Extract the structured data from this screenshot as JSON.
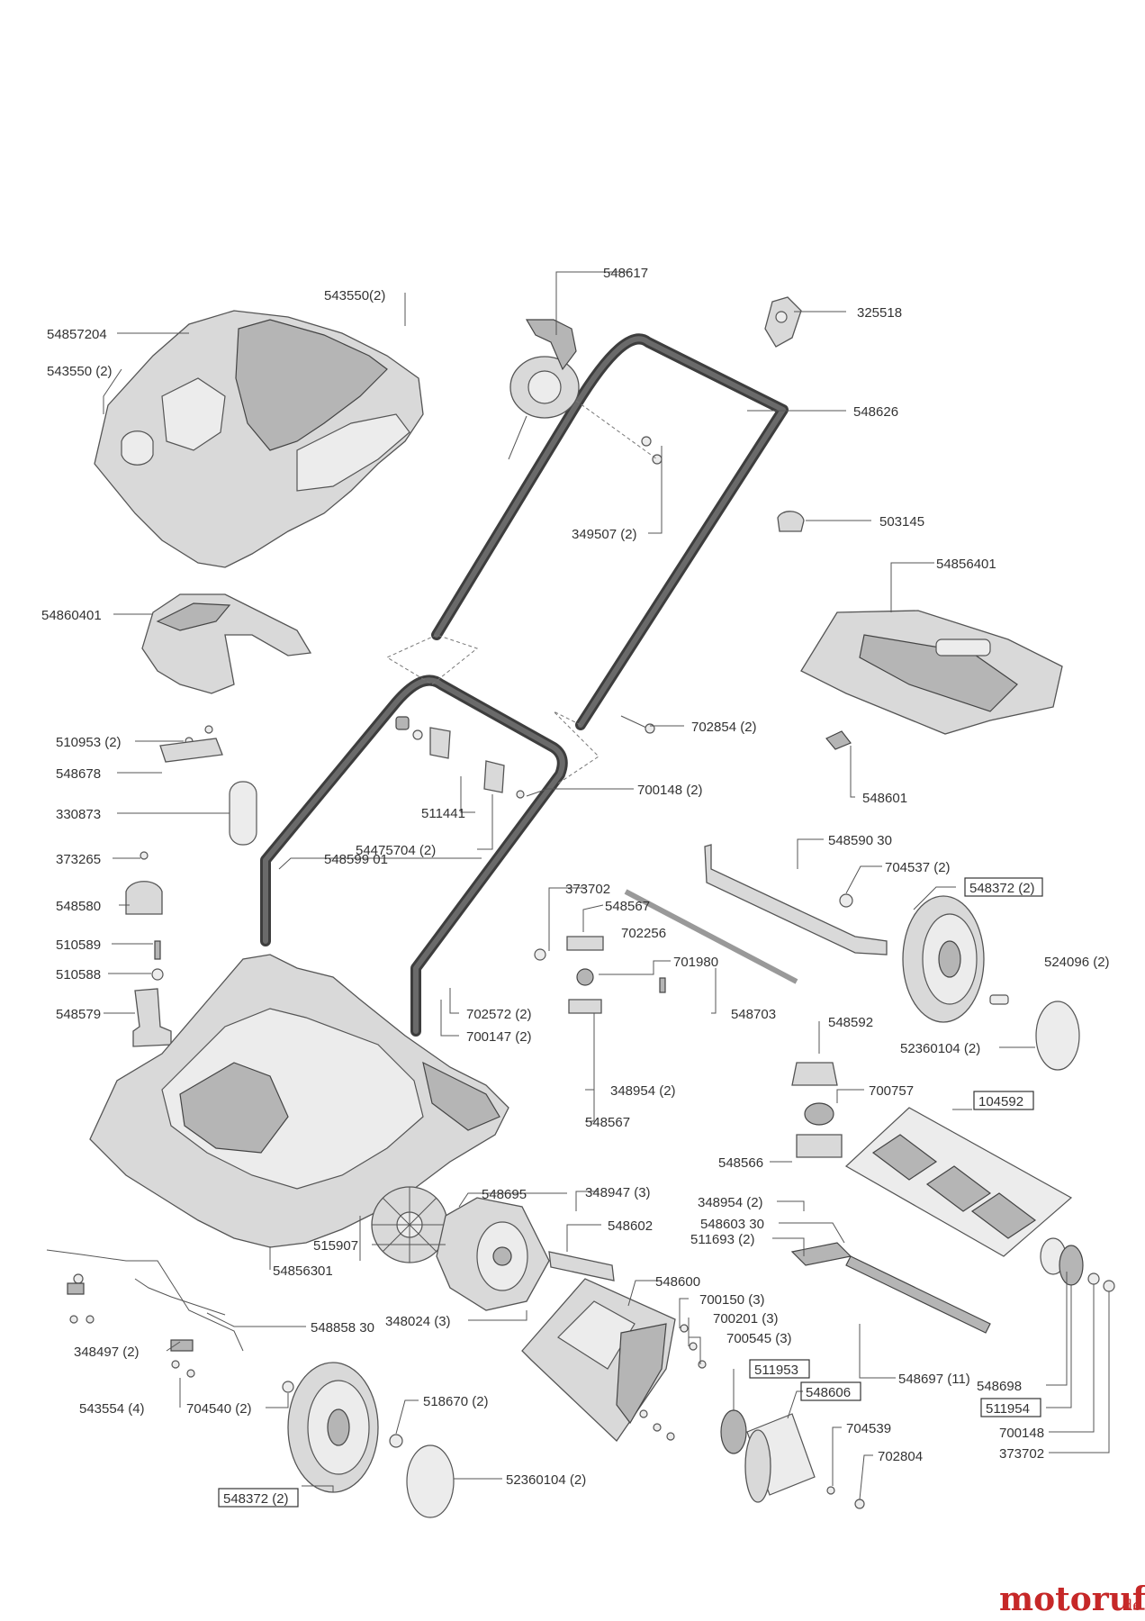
{
  "labels": {
    "p548617": "548617",
    "p325518": "325518",
    "p543550_top": "543550(2)",
    "p54857204": "54857204",
    "p543550_left": "543550 (2)",
    "p548626": "548626",
    "p349507": "349507 (2)",
    "p503145": "503145",
    "p54856401": "54856401",
    "p54860401": "54860401",
    "p702854": "702854 (2)",
    "p510953": "510953 (2)",
    "p548678": "548678",
    "p330873": "330873",
    "p511441": "511441",
    "p700148_mid": "700148 (2)",
    "p548601": "548601",
    "p54475704": "54475704 (2)",
    "p548599": "548599 01",
    "p373265": "373265",
    "p548590": "548590 30",
    "p704537": "704537 (2)",
    "p373702_mid": "373702",
    "p548567_top": "548567",
    "p548372_right": "548372 (2)",
    "p548580": "548580",
    "p702256": "702256",
    "p510589": "510589",
    "p701980": "701980",
    "p524096": "524096 (2)",
    "p510588": "510588",
    "p548579": "548579",
    "p702572": "702572 (2)",
    "p700147": "700147 (2)",
    "p548703": "548703",
    "p548592": "548592",
    "p52360104_right": "52360104 (2)",
    "p348954_mid": "348954 (2)",
    "p700757": "700757",
    "p548567_bot": "548567",
    "p104592": "104592",
    "p548566": "548566",
    "p548695": "548695",
    "p348947": "348947 (3)",
    "p348954_right": "348954 (2)",
    "p548603": "548603 30",
    "p515907": "515907",
    "p548602": "548602",
    "p511693": "511693 (2)",
    "p54856301": "54856301",
    "p548600": "548600",
    "p700150": "700150 (3)",
    "p548858": "548858 30",
    "p348024": "348024 (3)",
    "p700201": "700201 (3)",
    "p700545": "700545 (3)",
    "p348497": "348497 (2)",
    "p511953": "511953",
    "p548697": "548697 (11)",
    "p548698": "548698",
    "p548606": "548606",
    "p518670": "518670 (2)",
    "p543554": "543554 (4)",
    "p704540": "704540 (2)",
    "p511954": "511954",
    "p704539": "704539",
    "p700148_right": "700148",
    "p373702_right": "373702",
    "p702804": "702804",
    "p52360104_bot": "52360104 (2)",
    "p548372_bot": "548372 (2)"
  },
  "watermark": {
    "brand": "motoruf",
    "tld": ".de"
  }
}
